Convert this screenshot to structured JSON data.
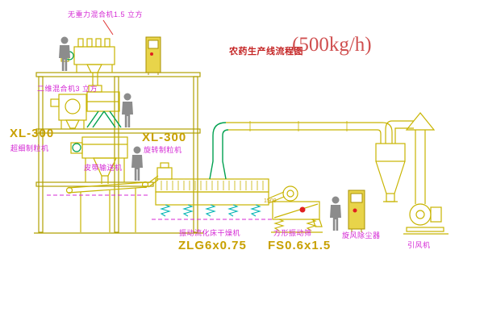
{
  "title": {
    "text": "农药生产线流程图",
    "capacity": "(500kg/h)"
  },
  "equipment_labels": {
    "top_mixer": "无重力混合机1.5 立方",
    "mixer_2d": "二维混合机3 立方",
    "granulator_left": {
      "model": "XL-300",
      "name": "超细制粒机"
    },
    "granulator_mid": {
      "model": "XL-300",
      "name": "旋转制粒机"
    },
    "belt_conveyor": "皮带输送机",
    "fluid_bed_dryer": {
      "name": "振动流化床干燥机",
      "model": "ZLG6x0.75"
    },
    "vibrating_screen": {
      "name": "方形振动筛",
      "model": "FS0.6x1.5",
      "dimension": "1500"
    },
    "cyclone": "旋风除尘器",
    "induced_draft_fan": "引风机"
  },
  "colors": {
    "background": "#ffffff",
    "structure_olive": "#b0a000",
    "equipment_yellow": "#c8b400",
    "cabinet_fill": "#e8d44a",
    "pipe_green": "#00a050",
    "spring_cyan": "#00b4b4",
    "label_magenta": "#d428d4",
    "model_yellow": "#c8a000",
    "title_red": "#c42424",
    "indicator_red": "#e02020",
    "person_gray": "#8c8c8c"
  }
}
